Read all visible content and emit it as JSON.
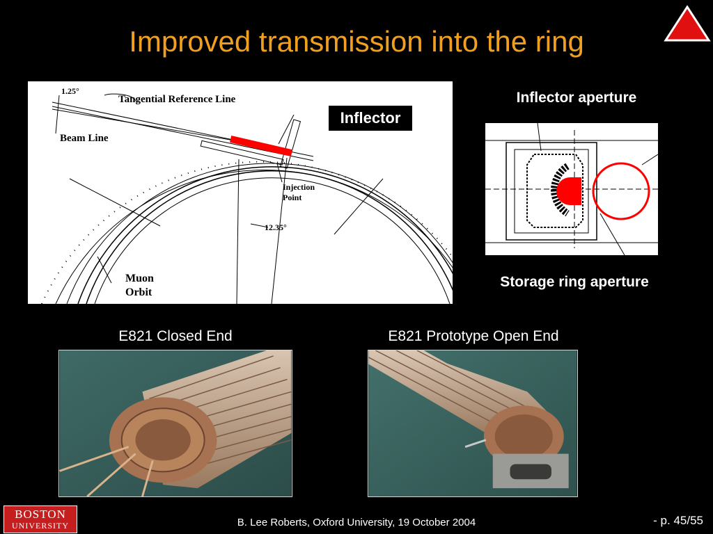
{
  "slide": {
    "title": "Improved transmission into the ring",
    "inflector_tag": "Inflector",
    "inflector_aperture_caption": "Inflector aperture",
    "storage_aperture_caption": "Storage ring aperture",
    "closed_end_caption": "E821 Closed End",
    "open_end_caption": "E821 Prototype Open End",
    "footer": "B. Lee Roberts, Oxford University, 19 October 2004",
    "page": "- p. 45/55"
  },
  "diagram_labels": {
    "angle1": "1.25°",
    "tangential": "Tangential  Reference Line",
    "beam_line": "Beam Line",
    "injection1": "Injection",
    "injection2": "Point",
    "angle2": "12.35°",
    "muon1": "Muon",
    "muon2": "Orbit"
  },
  "logo": {
    "line1": "BOSTON",
    "line2": "UNIVERSITY"
  },
  "colors": {
    "title": "#f0a020",
    "highlight": "#ff0000",
    "logo_bg": "#c41e1e"
  },
  "icons": {
    "nav": "red-triangle-icon"
  }
}
